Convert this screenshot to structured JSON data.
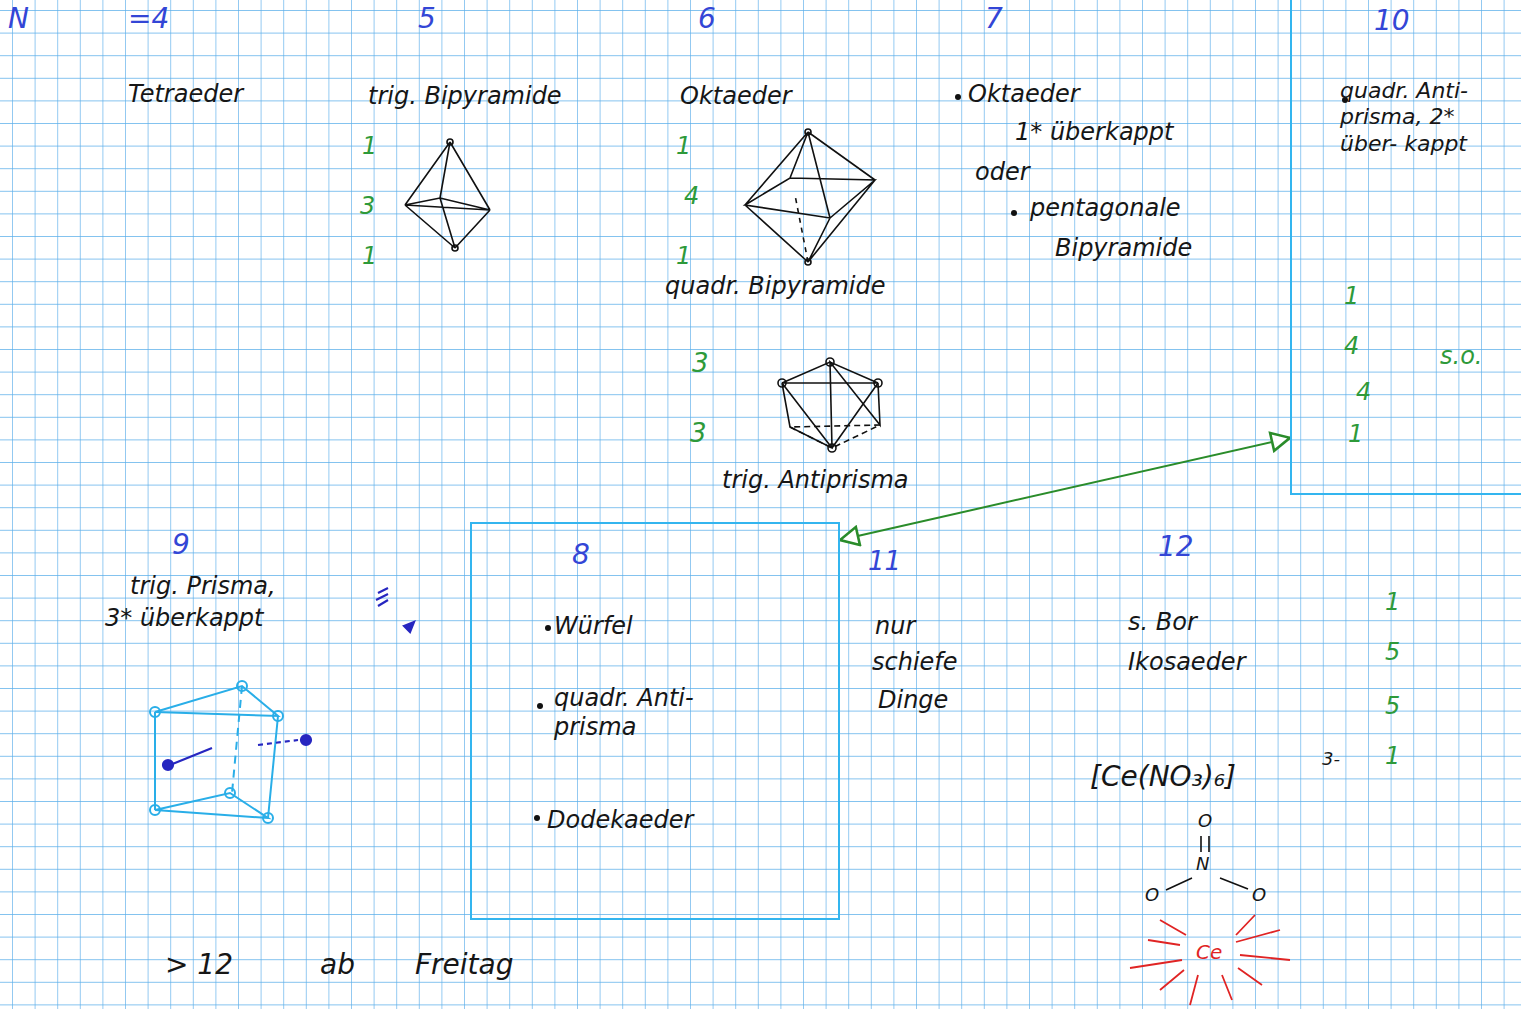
{
  "diagram": {
    "nodes": [
      {
        "text": [
          "10",
          "quadr. Anti- prisma, 2* über- kappt",
          "1",
          "4",
          "4",
          "1",
          "s.o."
        ]
      },
      {
        "text": [
          "8",
          "Würfel",
          "quadr. Anti- prisma",
          "Dodekaeder"
        ]
      }
    ],
    "edges": [
      {
        "from": 0,
        "to": 1,
        "arrow": "both"
      }
    ],
    "labels": [
      "N",
      "=4",
      "5",
      "6",
      "7",
      "Tetraeder",
      "trig. Bipyramide",
      "1",
      "3",
      "1",
      "Oktaeder",
      "1",
      "4",
      "1",
      "Oktaeder",
      "1* überkappt",
      "oder",
      "pentagonale",
      "Bipyramide",
      "quadr. Bipyramide",
      "3",
      "3",
      "trig. Antiprisma",
      "9",
      "trig. Prisma,",
      "3* überkappt",
      "11",
      "nur",
      "schiefe",
      "Dinge",
      "12",
      "s. Bor",
      "Ikosaeder",
      "1",
      "5",
      "5",
      "1",
      "[Ce(NO₃)₆]",
      "3-",
      "O",
      "N",
      "O",
      "O",
      "Ce",
      "> 12",
      "ab",
      "Freitag"
    ]
  }
}
